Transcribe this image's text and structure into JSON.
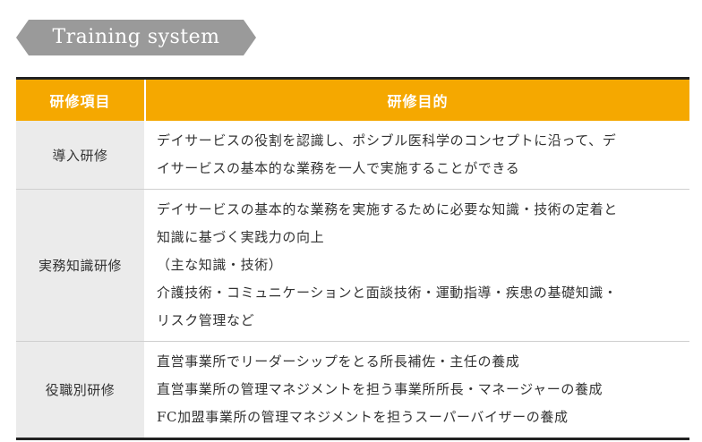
{
  "banner": {
    "title": "Training system"
  },
  "table": {
    "headers": {
      "item": "研修項目",
      "purpose": "研修目的"
    },
    "rows": [
      {
        "item": "導入研修",
        "purpose_lines": [
          "デイサービスの役割を認識し、ポシブル医科学のコンセプトに沿って、デ",
          "イサービスの基本的な業務を一人で実施することができる"
        ]
      },
      {
        "item": "実務知識研修",
        "purpose_lines": [
          "デイサービスの基本的な業務を実施するために必要な知識・技術の定着と",
          "知識に基づく実践力の向上",
          "（主な知識・技術）",
          "介護技術・コミュニケーションと面談技術・運動指導・疾患の基礎知識・",
          "リスク管理など"
        ]
      },
      {
        "item": "役職別研修",
        "purpose_lines": [
          "直営事業所でリーダーシップをとる所長補佐・主任の養成",
          "直営事業所の管理マネジメントを担う事業所所長・マネージャーの養成",
          "FC加盟事業所の管理マネジメントを担うスーパーバイザーの養成"
        ]
      }
    ]
  },
  "colors": {
    "header_bg": "#f5a800",
    "banner_bg": "#9a9a9a",
    "item_cell_bg": "#ebebeb",
    "rule": "#222222"
  }
}
